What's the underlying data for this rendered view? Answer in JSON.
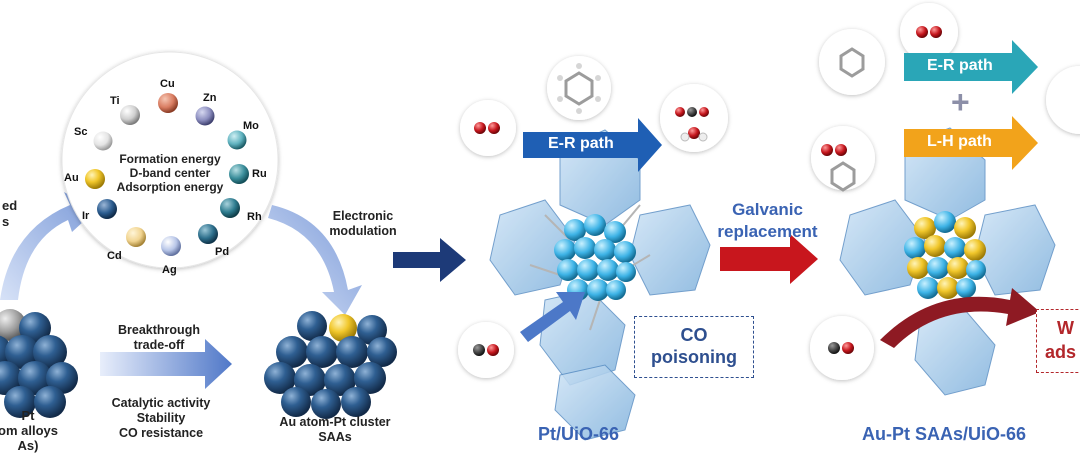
{
  "panel_left": {
    "elements": [
      "Cu",
      "Ti",
      "Zn",
      "Sc",
      "Mo",
      "Au",
      "Ru",
      "Ir",
      "Rh",
      "Cd",
      "Pd",
      "Ag"
    ],
    "center_lines": [
      "Formation energy",
      "D-band center",
      "Adsorption energy"
    ],
    "cut_left_top": [
      "ed",
      "s"
    ],
    "cut_left_bottom": [
      "Pt",
      "om alloys",
      "As)"
    ],
    "middle_labels": [
      "Breakthrough",
      "trade-off"
    ],
    "properties": [
      "Catalytic activity",
      "Stability",
      "CO resistance"
    ],
    "product_label": [
      "Au atom-Pt cluster",
      "SAAs"
    ],
    "modulation_label": [
      "Electronic",
      "modulation"
    ]
  },
  "panel_mid": {
    "path_label": "E-R path",
    "poison_label": [
      "CO",
      "poisoning"
    ],
    "caption": "Pt/UiO-66"
  },
  "arrow_mid": {
    "label": [
      "Galvanic",
      "replacement"
    ]
  },
  "panel_right": {
    "path_er": "E-R path",
    "plus": "+",
    "path_lh": "L-H path",
    "cut_box": [
      "W",
      "ads"
    ],
    "caption": "Au-Pt SAAs/UiO-66"
  },
  "colors": {
    "er_blue": "#1f5fb4",
    "er_teal": "#2aa6b7",
    "lh_orange": "#f2a31b",
    "red_arrow": "#c8161d",
    "navy_arrow": "#1d3a78",
    "caption_blue": "#3a63b3",
    "mof_blue": "#9cc6e8",
    "pt_blue": "#2f5f92",
    "au_yellow": "#f3cf3a"
  }
}
